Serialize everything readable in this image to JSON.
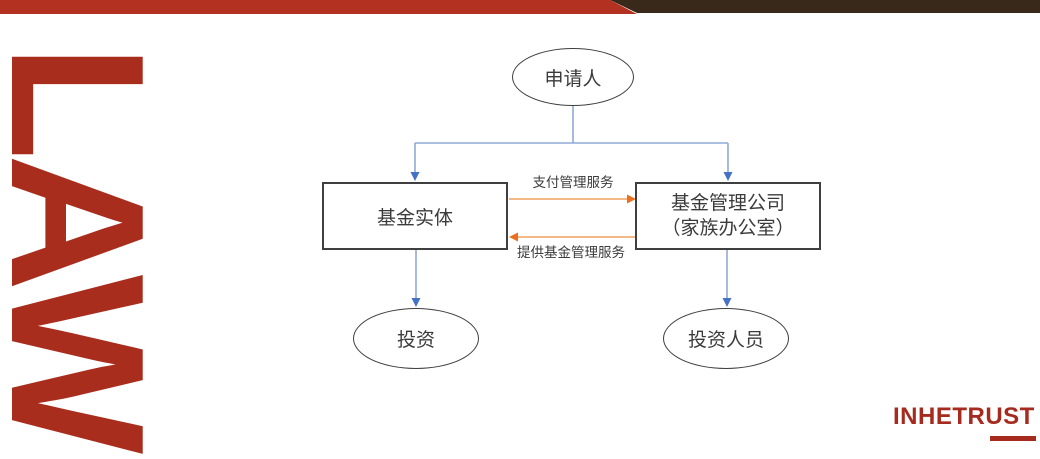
{
  "watermark": {
    "text": "LAW"
  },
  "diagram": {
    "nodes": {
      "applicant": {
        "label": "申请人"
      },
      "fund_entity": {
        "label": "基金实体"
      },
      "fund_manager": {
        "line1": "基金管理公司",
        "line2": "（家族办公室）"
      },
      "investment": {
        "label": "投资"
      },
      "investment_staff": {
        "label": "投资人员"
      }
    },
    "edge_labels": {
      "pay": "支付管理服务",
      "provide": "提供基金管理服务"
    }
  },
  "logo": {
    "text": "INHETRUST"
  },
  "theme": {
    "bar-red": "#B23120",
    "bar-dark": "#38291A",
    "law-red": "#A92D1C",
    "logo-red": "#A62B1E",
    "blue-line": "#8FAAD6",
    "blue-head": "#4472C4",
    "orange-line": "#F2AE76",
    "orange-head": "#E8701E",
    "shape-border": "#3F3F3F",
    "ink": "#3B3B3B"
  }
}
